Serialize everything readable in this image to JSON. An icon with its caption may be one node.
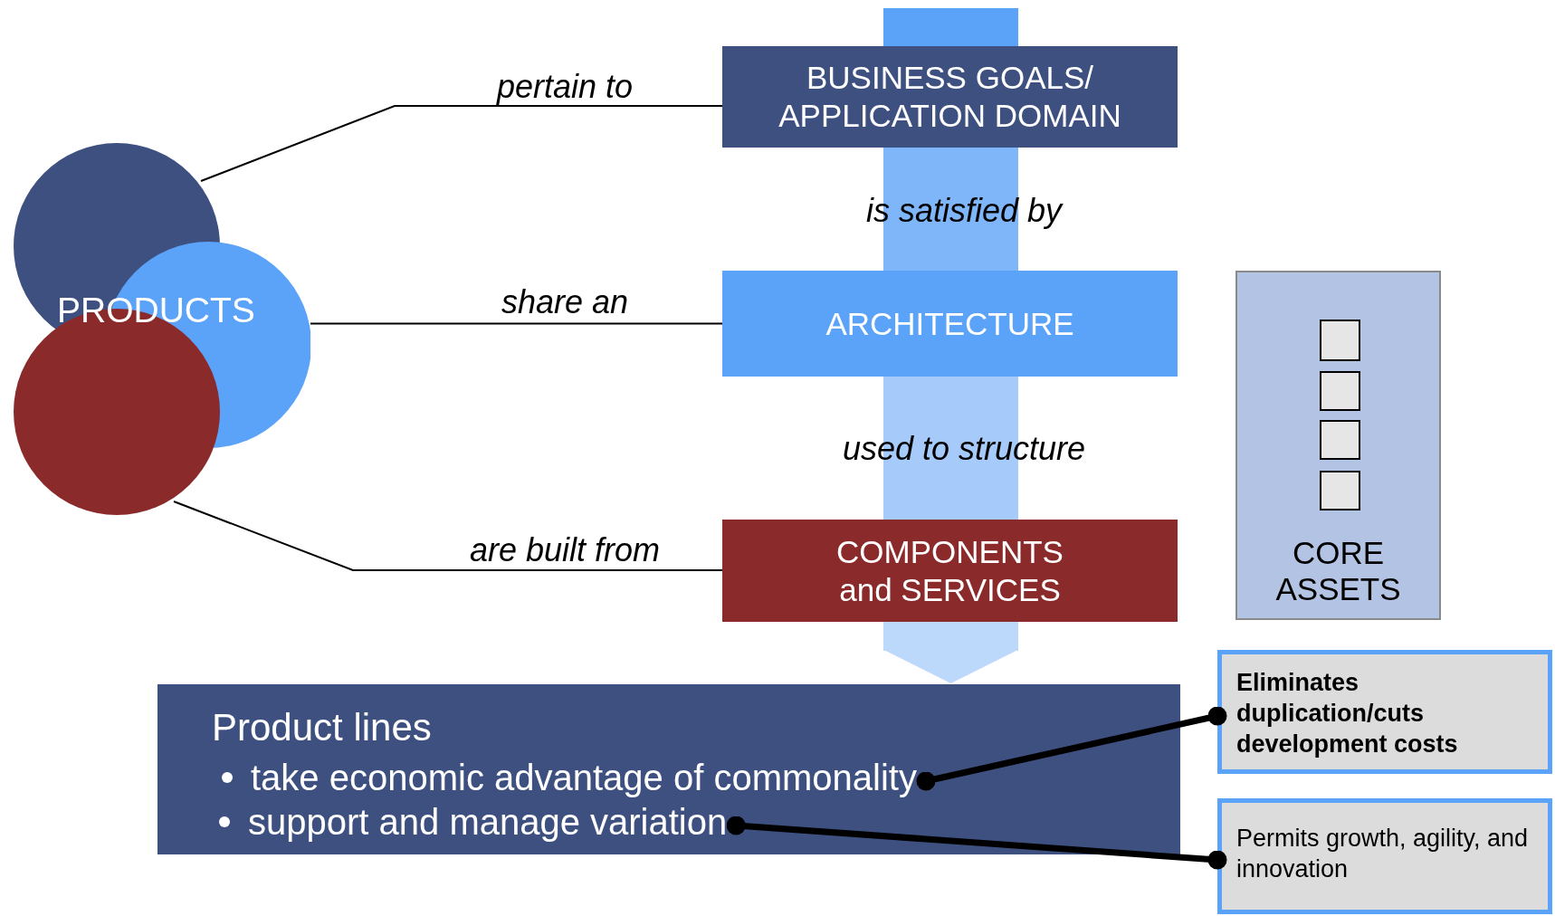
{
  "diagram": {
    "nodes": [
      {
        "text": [
          "PRODUCTS"
        ]
      },
      {
        "text": [
          "BUSINESS GOALS/ APPLICATION DOMAIN"
        ]
      },
      {
        "text": [
          "ARCHITECTURE"
        ]
      },
      {
        "text": [
          "COMPONENTS and SERVICES"
        ]
      },
      {
        "text": [
          "CORE ASSETS"
        ]
      },
      {
        "text": [],
        "shape": "box",
        "in": 4
      },
      {
        "text": [],
        "shape": "box",
        "in": 4
      },
      {
        "text": [],
        "shape": "box",
        "in": 4
      },
      {
        "text": [],
        "shape": "box",
        "in": 4
      },
      {
        "text": [
          "Product lines"
        ]
      },
      {
        "text": [
          "take economic advantage of commonality"
        ],
        "in": 9
      },
      {
        "text": [
          "support and manage variation"
        ],
        "in": 9
      },
      {
        "text": [
          "Eliminates duplication/cuts development costs"
        ]
      },
      {
        "text": [
          "Permits growth, agility, and innovation"
        ]
      }
    ],
    "edges": [
      {
        "from": 0,
        "to": 1,
        "arrow": "none",
        "label": "pertain to"
      },
      {
        "from": 0,
        "to": 2,
        "arrow": "none",
        "label": "share an"
      },
      {
        "from": 0,
        "to": 3,
        "arrow": "none",
        "label": "are built from"
      },
      {
        "from": 1,
        "to": 2,
        "arrow": "none",
        "label": "is satisfied by",
        "style": "thick",
        "color": "#7fb6fa"
      },
      {
        "from": 2,
        "to": 3,
        "arrow": "none",
        "label": "used to structure",
        "style": "thick",
        "color": "#a6cbfb"
      },
      {
        "from": 3,
        "to": 9,
        "arrow": "to",
        "style": "thick",
        "color": "#bcd9fb"
      },
      {
        "from": 10,
        "to": 12,
        "arrow": "other",
        "style": "thick"
      },
      {
        "from": 11,
        "to": 13,
        "arrow": "other",
        "style": "thick"
      }
    ]
  }
}
